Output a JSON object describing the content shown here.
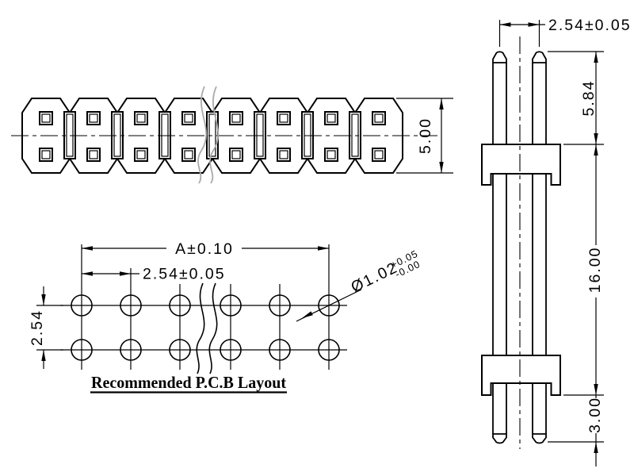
{
  "drawing": {
    "views": {
      "top_view": {
        "positions": 8,
        "height_dim": "5.00"
      },
      "pcb_layout": {
        "title": "Recommended P.C.B Layout",
        "hole_columns": 6,
        "hole_rows": 2,
        "overall_dim": "A±0.10",
        "pitch_dim": "2.54±0.05",
        "row_pitch_dim": "2.54",
        "hole_dia_dim": "Ø1.02",
        "hole_dia_tol_plus": "+0.05",
        "hole_dia_tol_minus": "-0.00"
      },
      "side_view": {
        "pitch_dim": "2.54±0.05",
        "pin_top_length_dim": "5.84",
        "body_span_dim": "16.00",
        "pin_bottom_length_dim": "3.00"
      }
    },
    "colors": {
      "line": "#000000",
      "break_line": "#aaaaaa",
      "background": "#ffffff"
    }
  }
}
